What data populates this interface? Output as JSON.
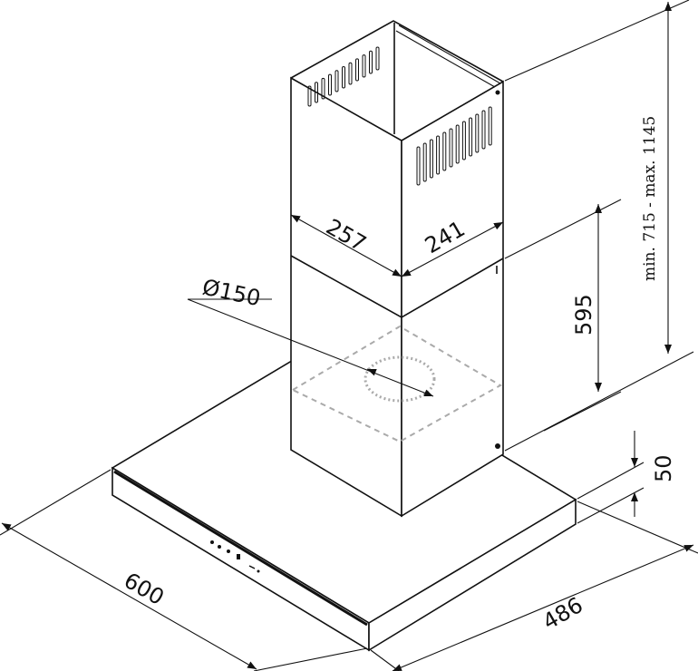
{
  "title": "Chimney cooker hood dimension drawing",
  "dimensions": {
    "duct_diameter": "Ø150",
    "chimney_width": "257",
    "chimney_depth": "241",
    "lower_chimney_height": "595",
    "total_height": "min. 715 - max. 1145",
    "hood_thickness": "50",
    "hood_width": "600",
    "hood_depth": "486"
  },
  "colors": {
    "line": "#111111",
    "hidden_line": "#aaaaaa"
  }
}
